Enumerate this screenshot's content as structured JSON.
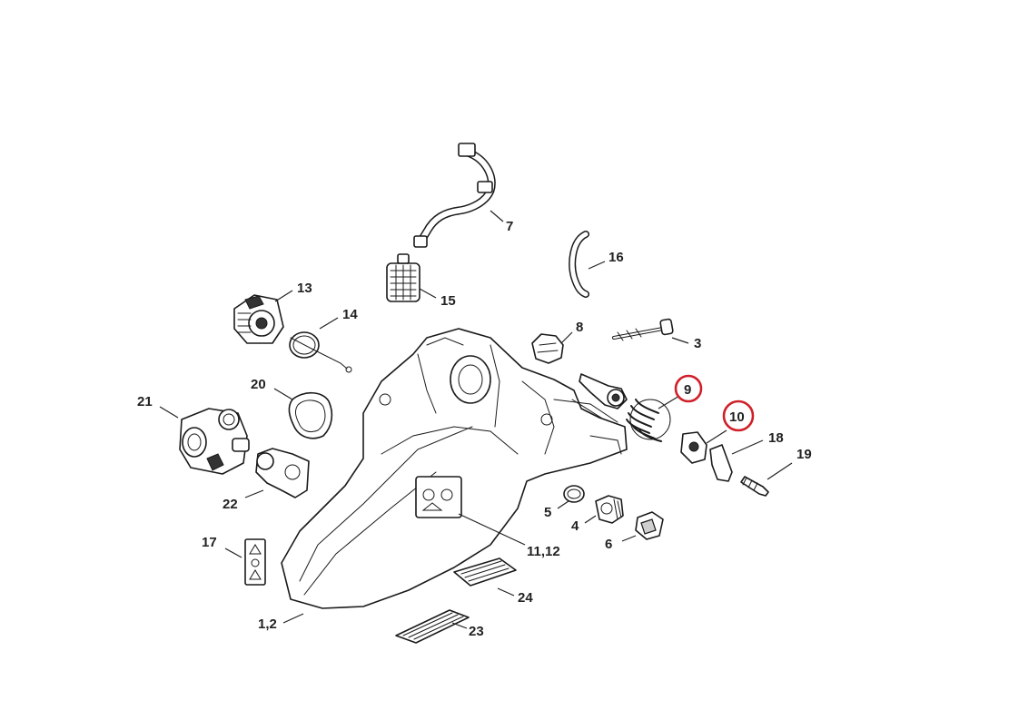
{
  "highlight_color": "#d0202a",
  "labels": {
    "l7": "7",
    "l16": "16",
    "l13": "13",
    "l14": "14",
    "l15": "15",
    "l8": "8",
    "l3": "3",
    "l9": "9",
    "l10": "10",
    "l18": "18",
    "l19": "19",
    "l20": "20",
    "l21": "21",
    "l22": "22",
    "l5": "5",
    "l4": "4",
    "l6": "6",
    "l1112": "11,12",
    "l17": "17",
    "l24": "24",
    "l23": "23",
    "l12b": "1,2"
  },
  "highlighted": [
    "9",
    "10"
  ]
}
